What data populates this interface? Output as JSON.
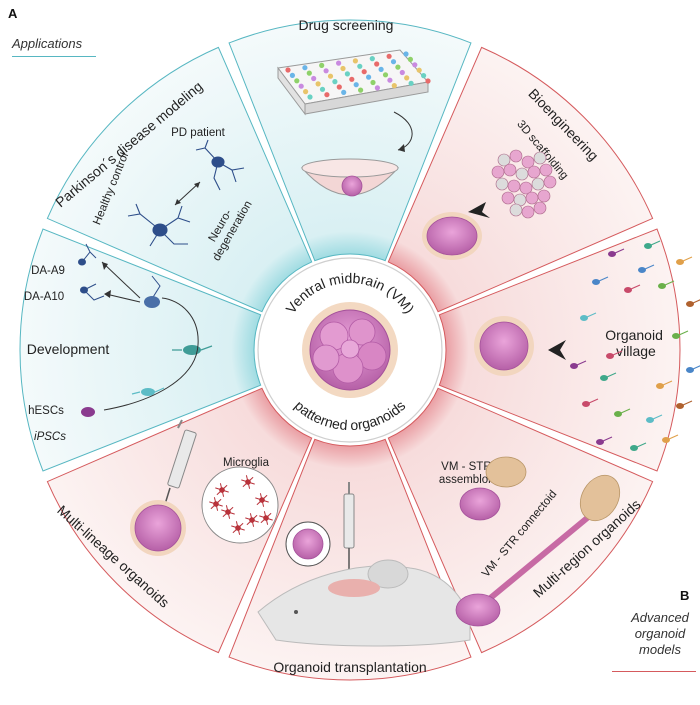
{
  "panel_a": "A",
  "panel_b": "B",
  "applications_label": "Applications",
  "advanced_label": [
    "Advanced",
    "organoid",
    "models"
  ],
  "center": {
    "top_text": "Ventral midbrain (VM)",
    "bottom_text": "patterned organoids"
  },
  "sectors": {
    "drug_screening": {
      "title": "Drug screening"
    },
    "parkinson": {
      "title": "Parkinson´s disease modeling",
      "pd_patient": "PD patient",
      "healthy_control": "Healthy control",
      "neuro": [
        "Neuro-",
        "degeneration"
      ]
    },
    "development": {
      "title": "Development",
      "da_a9": "DA-A9",
      "da_a10": "DA-A10",
      "hescs": "hESCs",
      "ipscs": "iPSCs"
    },
    "bioengineering": {
      "title": "Bioengineering",
      "scaffold": "3D scaffolding"
    },
    "village": {
      "title": [
        "Organoid",
        "village"
      ]
    },
    "multi_region": {
      "title": "Multi-region organoids",
      "assembloid": [
        "VM - STR",
        "assembloid"
      ],
      "connectoid": "VM - STR connectoid"
    },
    "transplantation": {
      "title": "Organoid transplantation"
    },
    "multi_lineage": {
      "title": "Multi-lineage organoids",
      "microglia": "Microglia"
    }
  },
  "colors": {
    "blue_fill": "#eef7f9",
    "blue_stroke": "#57b7c2",
    "red_fill": "#fbefee",
    "red_stroke": "#d55a5d",
    "organoid": "#d77fc4",
    "organoid_dark": "#b25aa2",
    "neuron": "#2e4e8a"
  }
}
